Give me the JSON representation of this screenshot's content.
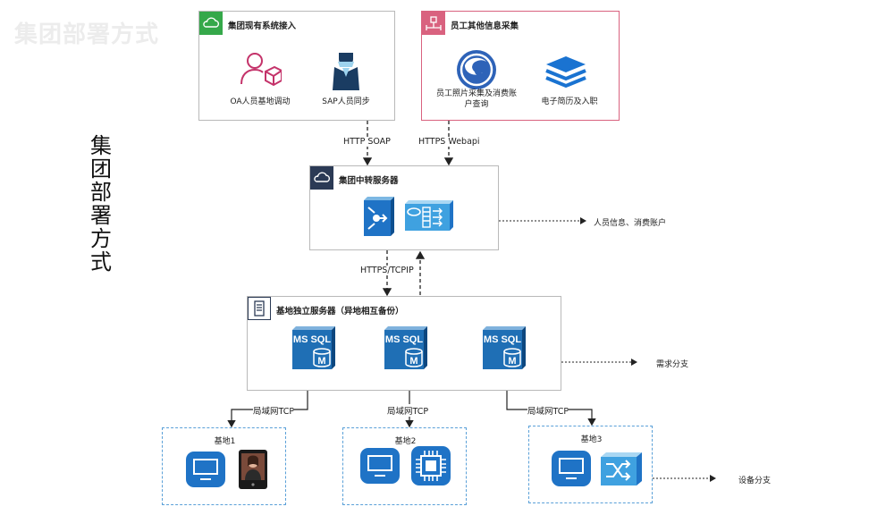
{
  "watermark": "集团部署方式",
  "vertical_title": [
    "集",
    "团",
    "部",
    "署",
    "方",
    "式"
  ],
  "group_systems": {
    "title": "集团现有系统接入",
    "items": [
      "OA人员基地调动",
      "SAP人员同步"
    ]
  },
  "other_info": {
    "title": "员工其他信息采集",
    "items": [
      "员工照片采集及消费账户查询",
      "电子简历及入职"
    ]
  },
  "transit_server": {
    "title": "集团中转服务器",
    "output_label": "人员信息、消费账户"
  },
  "base_servers": {
    "title": "基地独立服务器（异地相互备份）",
    "db_label": "MS SQL",
    "db_letter": "M",
    "output_label": "需求分支"
  },
  "connections": {
    "http_soap": "HTTP SOAP",
    "https_webapi": "HTTPS Webapi",
    "https_tcpip": "HTTPS/TCPIP",
    "lan_tcp": "局域网TCP"
  },
  "bases": [
    {
      "title": "基地1"
    },
    {
      "title": "基地2"
    },
    {
      "title": "基地3",
      "output_label": "设备分支"
    }
  ],
  "colors": {
    "green": "#35a84a",
    "pink": "#d9627f",
    "navy": "#2b3a55",
    "blue": "#1f73c6",
    "db_blue": "#1f6fb5",
    "dash_blue": "#5aa0d8"
  }
}
